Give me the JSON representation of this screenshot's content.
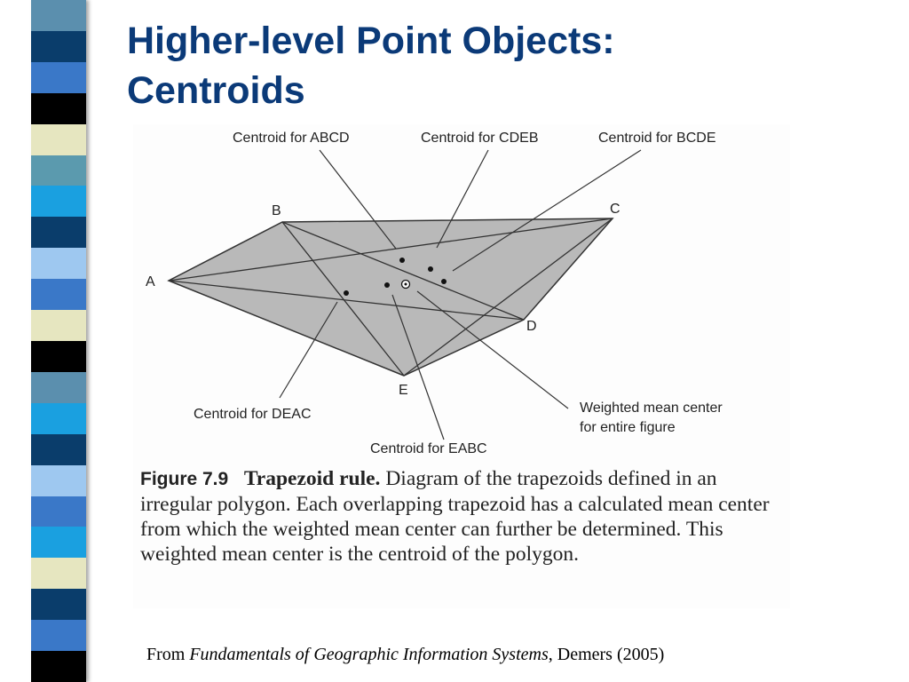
{
  "slide": {
    "title_line1": "Higher-level Point Objects:",
    "title_line2": "Centroids"
  },
  "colors": {
    "title": "#0b3a78",
    "polygon_fill": "#b9b9b9",
    "stripe": [
      "#5b8fae",
      "#0a3d6b",
      "#3a78c8",
      "#000000",
      "#e6e6c0",
      "#5b9aae",
      "#1aa0e0",
      "#0a3d6b",
      "#9ec8f0",
      "#3a78c8",
      "#e6e6c0",
      "#000000",
      "#5b8fae",
      "#1aa0e0",
      "#0a3d6b",
      "#9ec8f0",
      "#3a78c8",
      "#1aa0e0",
      "#e6e6c0",
      "#0a3d6b",
      "#3a78c8",
      "#000000"
    ]
  },
  "diagram": {
    "vertex_labels": {
      "A": "A",
      "B": "B",
      "C": "C",
      "D": "D",
      "E": "E"
    },
    "callouts": {
      "abcd": "Centroid for ABCD",
      "cdeb": "Centroid for CDEB",
      "bcde": "Centroid for BCDE",
      "deac": "Centroid for DEAC",
      "eabc": "Centroid for EABC",
      "weighted_line1": "Weighted mean center",
      "weighted_line2": "for entire figure"
    }
  },
  "caption": {
    "figure_number": "Figure 7.9",
    "figure_title": "Trapezoid rule.",
    "text": "Diagram of the trapezoids defined in an irregular polygon. Each overlapping trapezoid has a calculated mean center from which the weighted mean center can further be determined. This weighted mean center is the centroid of the polygon."
  },
  "credit": {
    "prefix": "From",
    "book": "Fundamentals of Geographic Information Systems",
    "suffix": ", Demers (2005)"
  }
}
